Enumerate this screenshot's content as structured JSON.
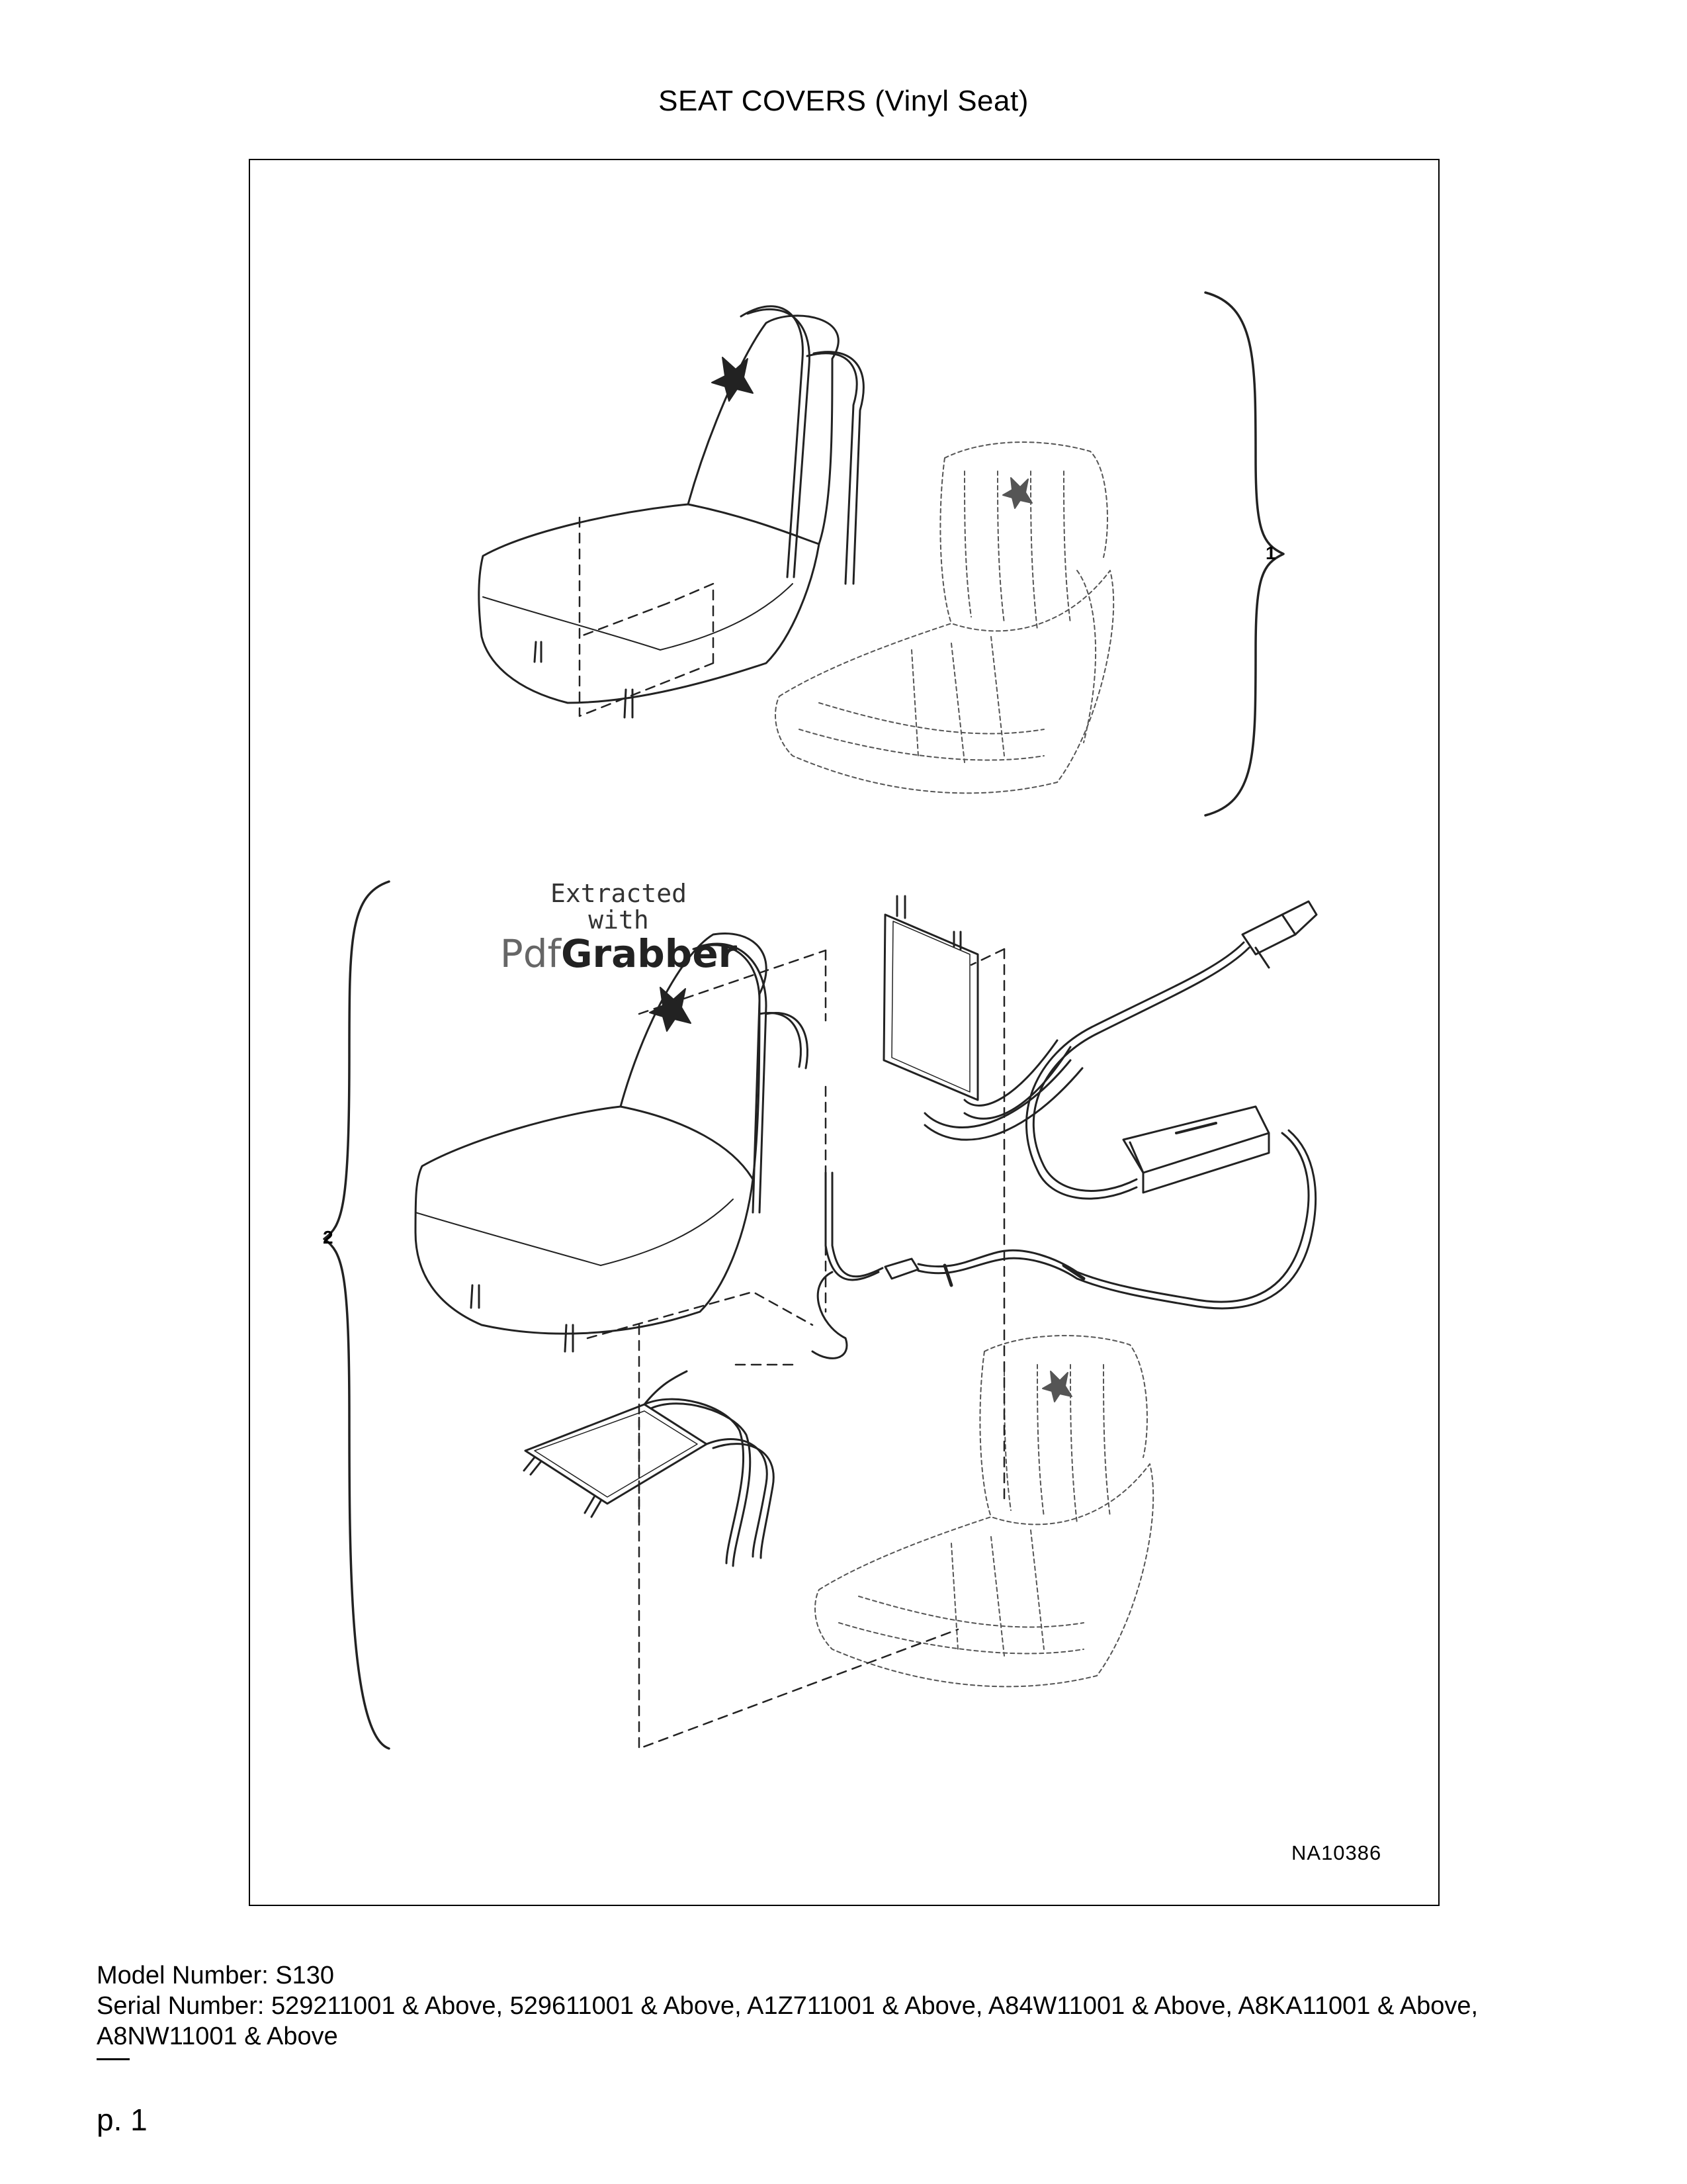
{
  "page": {
    "title": "SEAT COVERS (Vinyl Seat)",
    "page_number": "p. 1"
  },
  "figure": {
    "callouts": [
      "1",
      "2"
    ],
    "drawing_id": "NA10386",
    "icons": [
      "seat-cover-icon",
      "seat-base-icon",
      "heater-pad-icon",
      "power-cable-icon",
      "controller-icon",
      "plug-icon"
    ],
    "watermark": {
      "line1": "Extracted",
      "line2": "with",
      "brand_part1": "Pdf",
      "brand_part2": "Grabber"
    }
  },
  "footer": {
    "model_line": "Model Number: S130",
    "serial_line": "Serial Number: 529211001 & Above, 529611001 & Above, A1Z711001 & Above, A84W11001 & Above, A8KA11001 & Above, A8NW11001 & Above"
  }
}
